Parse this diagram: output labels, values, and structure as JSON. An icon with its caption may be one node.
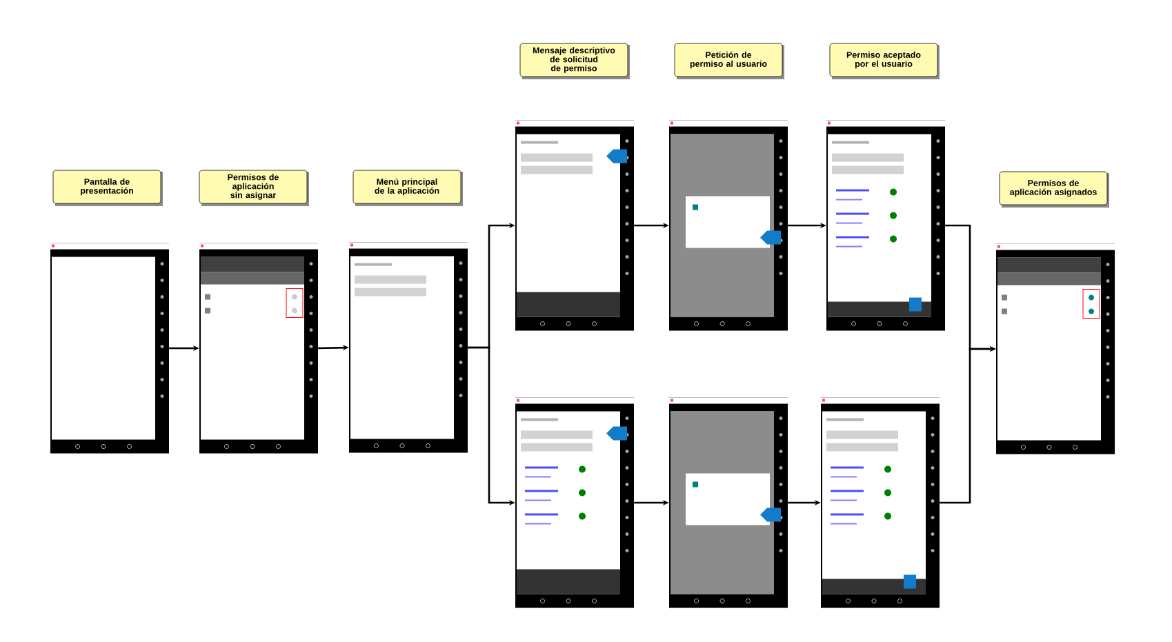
{
  "diagram": {
    "nodes": [
      {
        "text": [
          "Pantalla de presentación"
        ]
      },
      {
        "text": [
          "Permisos de aplicación sin asignar"
        ]
      },
      {
        "text": [
          "Menú principal de la aplicación"
        ]
      },
      {
        "text": [
          "Mensaje descriptivo de solicitud de permiso"
        ]
      },
      {
        "text": [
          "Petición de permiso al usuario"
        ]
      },
      {
        "text": [
          "Permiso aceptado por el usuario"
        ]
      },
      {
        "text": [
          "Permisos de aplicación asignados"
        ]
      },
      {
        "text": [],
        "shape": "picture"
      },
      {
        "text": [],
        "shape": "picture"
      },
      {
        "text": [],
        "shape": "picture"
      },
      {
        "text": [],
        "shape": "picture"
      },
      {
        "text": [],
        "shape": "picture"
      },
      {
        "text": [],
        "shape": "picture"
      },
      {
        "text": [],
        "shape": "picture"
      },
      {
        "text": [],
        "shape": "picture"
      },
      {
        "text": [],
        "shape": "picture"
      },
      {
        "text": [],
        "shape": "picture"
      }
    ],
    "edges": [
      {
        "from": 7,
        "to": 8,
        "arrow": "to"
      },
      {
        "from": 8,
        "to": 9,
        "arrow": "to"
      },
      {
        "from": 9,
        "to": 10,
        "arrow": "to"
      },
      {
        "from": 9,
        "to": 13,
        "arrow": "to"
      },
      {
        "from": 10,
        "to": 11,
        "arrow": "to"
      },
      {
        "from": 11,
        "to": 12,
        "arrow": "to"
      },
      {
        "from": 13,
        "to": 14,
        "arrow": "to"
      },
      {
        "from": 14,
        "to": 15,
        "arrow": "to"
      },
      {
        "from": 12,
        "to": 16,
        "arrow": "to"
      },
      {
        "from": 15,
        "to": 16,
        "arrow": "to"
      }
    ]
  }
}
